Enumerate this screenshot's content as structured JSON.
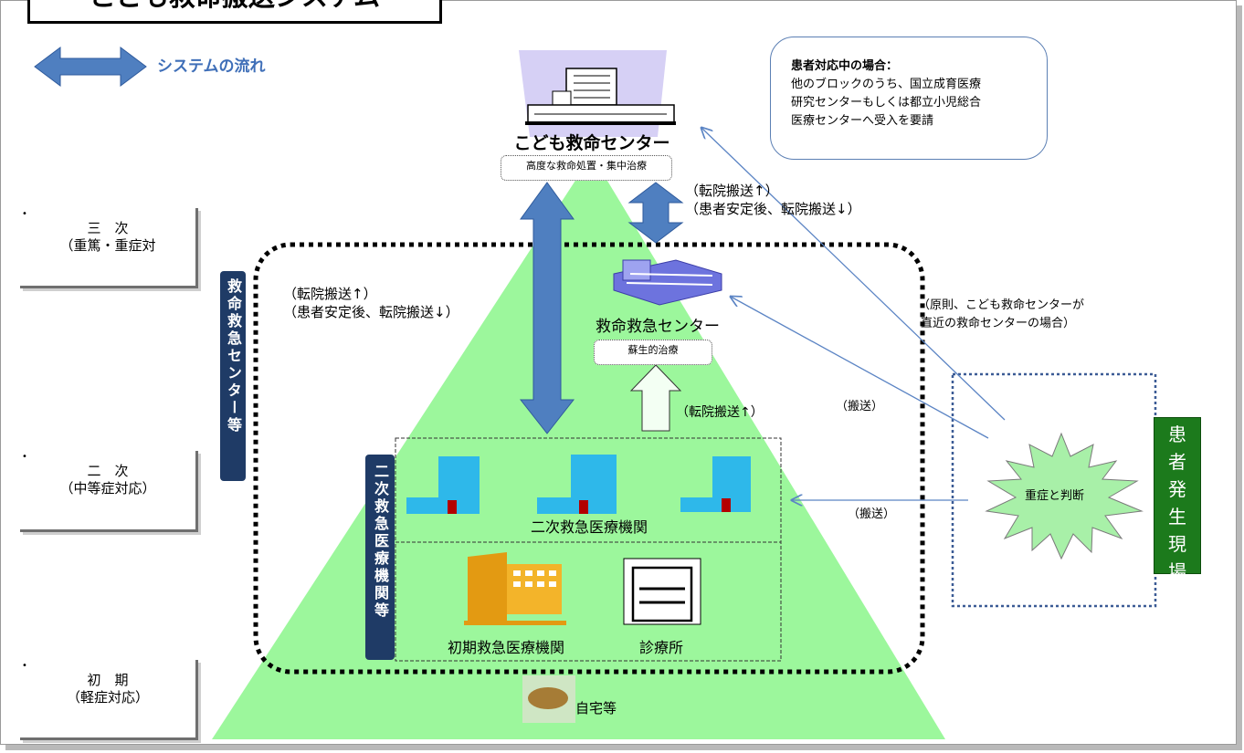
{
  "title": "こども救命搬送システム",
  "legend": {
    "label": "システムの流れ"
  },
  "levels": [
    {
      "line1": "三　次",
      "line2": "（重篤・重症対"
    },
    {
      "line1": "二　次",
      "line2": "（中等症対応）"
    },
    {
      "line1": "初　期",
      "line2": "（軽症対応）"
    }
  ],
  "kodomo_center": {
    "name": "こども救命センター",
    "desc": "高度な救命処置・集中治療"
  },
  "kyumei_center": {
    "name": "救命救急センター",
    "desc": "蘇生的治療"
  },
  "vertical_labels": {
    "kyumei": "救命救急センター等",
    "niji": "二次救急医療機関等"
  },
  "transfer_left": {
    "line1": "（転院搬送↑）",
    "line2": "（患者安定後、転院搬送↓）"
  },
  "transfer_top": {
    "line1": "（転院搬送↑）",
    "line2": "（患者安定後、転院搬送↓）"
  },
  "transfer_up": "（転院搬送↑）",
  "niji_group_label": "二次救急医療機関",
  "shoki_label": "初期救急医療機関",
  "clinic_label": "診療所",
  "home_label": "自宅等",
  "note": {
    "heading": "患者対応中の場合：",
    "lines": [
      "他のブロックのうち、国立成育医療",
      "研究センターもしくは都立小児総合",
      "医療センターへ受入を要請"
    ]
  },
  "principle": {
    "line1": "（原則、こども救命センターが",
    "line2": "直近の救命センターの場合）"
  },
  "carry1": "（搬送）",
  "carry2": "（搬送）",
  "judgement": "重症と判断",
  "scene": [
    "患",
    "者",
    "発",
    "生",
    "現",
    "場"
  ],
  "colors": {
    "triangle": "#9cf79c",
    "navy": "#1f3b66",
    "arrow_blue": "#4f7fc0",
    "scene_green": "#1c7a1c",
    "line_blue": "#5b84c4"
  }
}
